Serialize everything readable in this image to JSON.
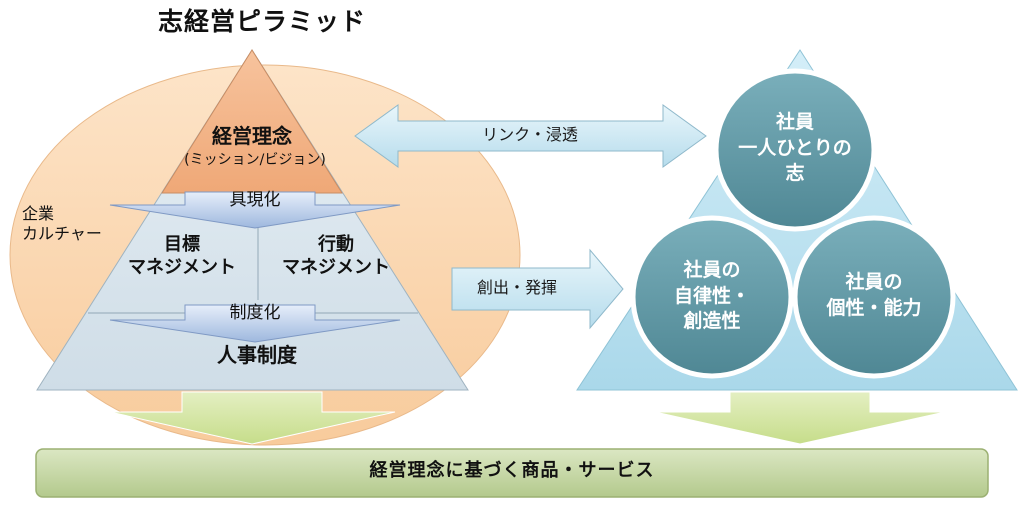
{
  "title": "志経営ピラミッド",
  "culture": {
    "line1": "企業",
    "line2": "カルチャー"
  },
  "pyramid": {
    "top_label": "経営理念",
    "top_sub": "(ミッション/ビジョン)",
    "arrow1_label": "具現化",
    "left_mid": {
      "line1": "目標",
      "line2": "マネジメント"
    },
    "right_mid": {
      "line1": "行動",
      "line2": "マネジメント"
    },
    "arrow2_label": "制度化",
    "bottom_label": "人事制度"
  },
  "link_arrow_label": "リンク・浸透",
  "create_arrow_label": "創出・発揮",
  "circles": {
    "top": {
      "line1": "社員",
      "line2": "一人ひとりの",
      "line3": "志"
    },
    "bottom_left": {
      "line1": "社員の",
      "line2": "自律性・",
      "line3": "創造性"
    },
    "bottom_right": {
      "line1": "社員の",
      "line2": "個性・能力"
    }
  },
  "bottom_band": "経営理念に基づく商品・サービス",
  "colors": {
    "orange_ellipse": "#fbd6b0",
    "pyramid_top": "#f3b184",
    "pyramid_body": "#d9e6ee",
    "chevron_blue": "#c9d9f0",
    "light_blue_triangle": "#bfe3f1",
    "circle_teal": "#5f98a5",
    "green_arrow": "#d5e6a8",
    "band_green": "#c7d8a5"
  }
}
